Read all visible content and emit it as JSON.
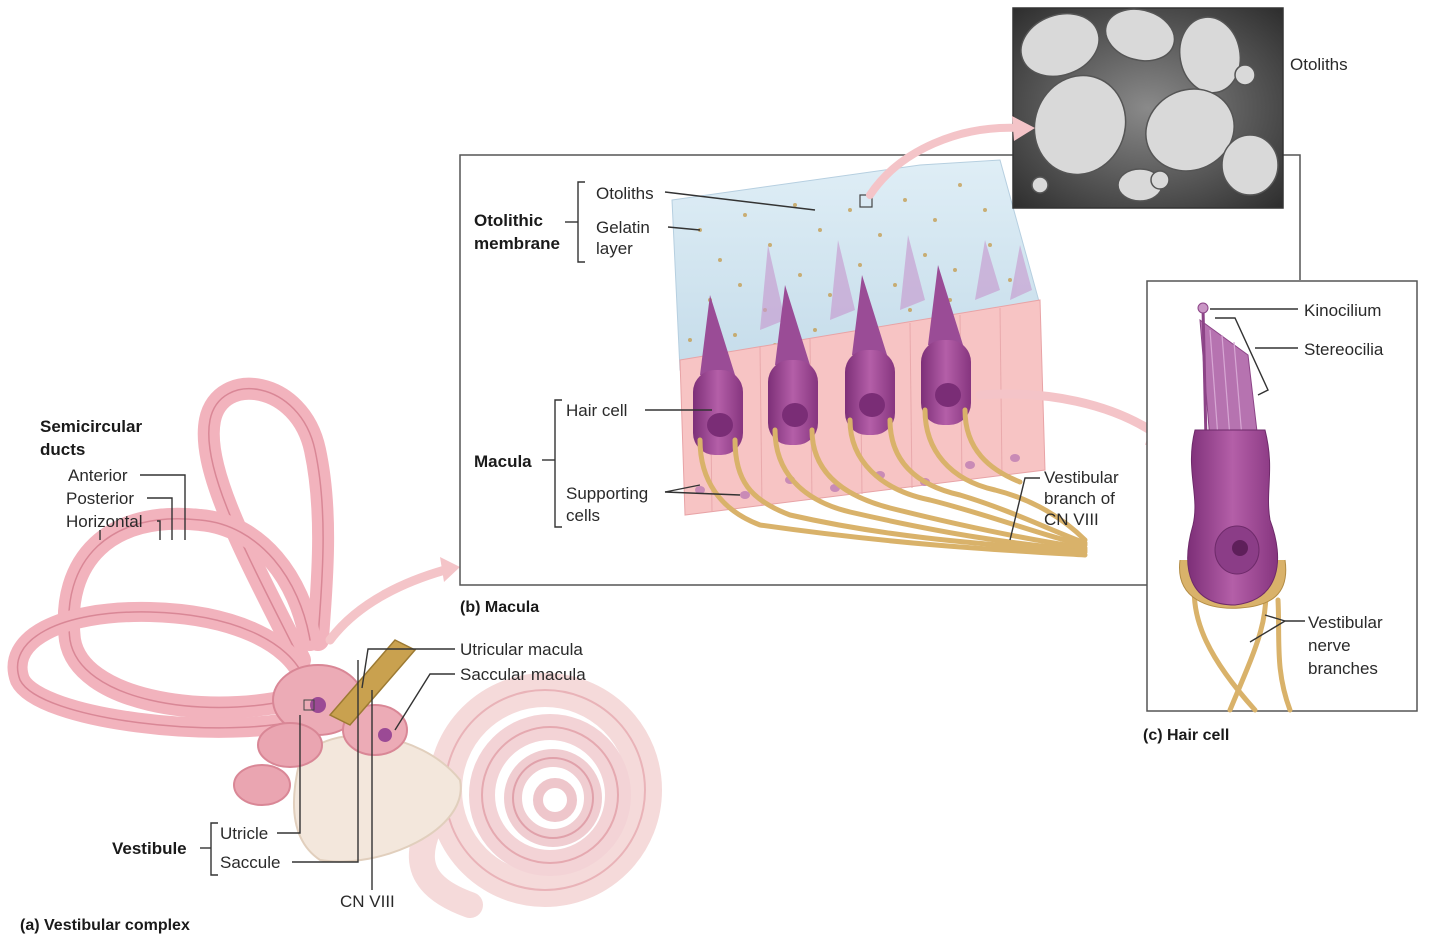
{
  "labels": {
    "semicircular_ducts_line1": "Semicircular",
    "semicircular_ducts_line2": "ducts",
    "anterior": "Anterior",
    "posterior": "Posterior",
    "horizontal": "Horizontal",
    "utricular_macula": "Utricular macula",
    "saccular_macula": "Saccular macula",
    "vestibule": "Vestibule",
    "utricle": "Utricle",
    "saccule": "Saccule",
    "cn_viii": "CN VIII",
    "otolithic_membrane_line1": "Otolithic",
    "otolithic_membrane_line2": "membrane",
    "otoliths_b": "Otoliths",
    "gelatin_line1": "Gelatin",
    "gelatin_line2": "layer",
    "macula": "Macula",
    "hair_cell_b": "Hair cell",
    "supporting_line1": "Supporting",
    "supporting_line2": "cells",
    "vestibular_branch_line1": "Vestibular",
    "vestibular_branch_line2": "branch of",
    "vestibular_branch_line3": "CN VIII",
    "otoliths_micro": "Otoliths",
    "kinocilium": "Kinocilium",
    "stereocilia": "Stereocilia",
    "vestibular_nerve_line1": "Vestibular",
    "vestibular_nerve_line2": "nerve",
    "vestibular_nerve_line3": "branches"
  },
  "captions": {
    "a": "(a) Vestibular complex",
    "b": "(b) Macula",
    "c": "(c) Hair cell"
  },
  "colors": {
    "duct_pink": "#f2b3bd",
    "duct_outline": "#d98796",
    "hair_cell_purple": "#a64f9c",
    "supporting_pink": "#f7c4c4",
    "nerve_gold": "#d9b26a",
    "gel_blue": "#cfe3ee"
  }
}
